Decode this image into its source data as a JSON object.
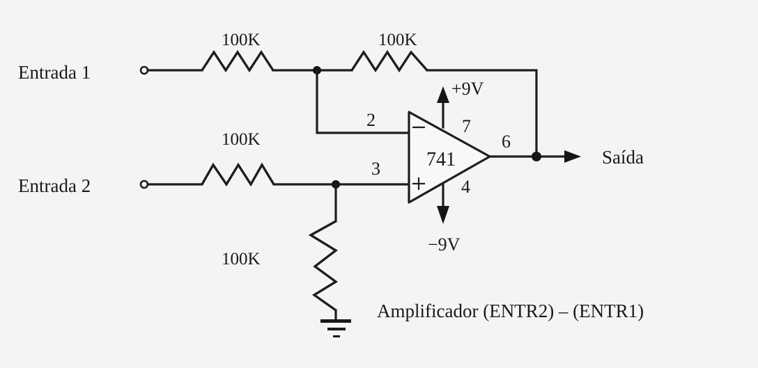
{
  "diagram": {
    "type": "circuit-schematic",
    "inputs": [
      {
        "id": "in1",
        "label": "Entrada 1"
      },
      {
        "id": "in2",
        "label": "Entrada 2"
      }
    ],
    "output": {
      "label": "Saída"
    },
    "resistors": [
      {
        "id": "r-in1",
        "value": "100K"
      },
      {
        "id": "r-feedback",
        "value": "100K"
      },
      {
        "id": "r-in2",
        "value": "100K"
      },
      {
        "id": "r-ground",
        "value": "100K"
      }
    ],
    "opamp": {
      "part": "741",
      "pins": {
        "inverting": "2",
        "non_inverting": "3",
        "output": "6",
        "vplus": "7",
        "vminus": "4"
      },
      "inverting_sign": "−",
      "non_inverting_sign": "+"
    },
    "supplies": {
      "positive": "+9V",
      "negative": "−9V"
    },
    "caption": "Amplificador (ENTR2) – (ENTR1)"
  }
}
